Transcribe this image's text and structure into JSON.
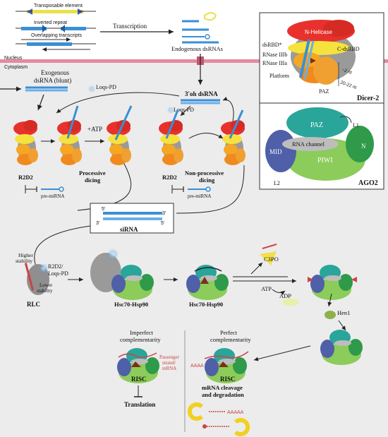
{
  "top": {
    "transposable": "Transposable element",
    "inverted": "Inverted repeat",
    "overlapping": "Overlapping transcripts",
    "transcription": "Transcription",
    "endogenous": "Endogenous dsRNAs",
    "nucleus": "Nucleus",
    "cytoplasm": "Cytoplasm"
  },
  "flow": {
    "exogenous_l1": "Exogenous",
    "exogenous_l2": "dsRNA (blunt)",
    "loqs_pd_top": "Loqs-PD",
    "three_oh": "3'oh dsRNA",
    "loqs_pd_mid": "Loqs-PD",
    "atp": "+ATP",
    "processive_l1": "Processive",
    "processive_l2": "dicing",
    "nonproc_l1": "Non-processive",
    "nonproc_l2": "dicing",
    "r2d2_left": "R2D2",
    "r2d2_right": "R2D2",
    "premirna_left": "pre-miRNA",
    "premirna_right": "pre-miRNA",
    "sirna": "siRNA",
    "five_prime": "5'",
    "three_prime": "3'"
  },
  "dicer": {
    "n_helicase": "N-Helicase",
    "dsrbd": "dsRBD*",
    "c_dsrbd": "C-dsRBD",
    "rnase_b": "RNase IIIb",
    "rnase_a": "RNase IIIa",
    "platform": "Platform",
    "paz": "PAZ",
    "nt1": "~2 nt",
    "nt2": "20-22 nt",
    "title": "Dicer-2"
  },
  "ago": {
    "paz": "PAZ",
    "l1": "L1",
    "rna_channel": "RNA channel",
    "n": "N",
    "mid": "MID",
    "piwi": "PIWI",
    "l2": "L2",
    "title": "AGO2"
  },
  "loading": {
    "higher_l1": "Higher",
    "higher_l2": "stability",
    "r2d2_loqs_l1": "R2D2/",
    "r2d2_loqs_l2": "Loqs-PD",
    "lower_l1": "Lower",
    "lower_l2": "stability",
    "rlc": "RLC",
    "hsc_1": "Hsc70-Hsp90",
    "hsc_2": "Hsc70-Hsp90",
    "c3po": "C3PO",
    "atp": "ATP",
    "adp": "ADP",
    "hen1": "Hen1"
  },
  "bottom": {
    "imperfect_l1": "Imperfect",
    "imperfect_l2": "complementarity",
    "passenger_l1": "Passenger",
    "passenger_l2": "strand/",
    "passenger_l3": "mRNA",
    "risc_left": "RISC",
    "translation": "Translation",
    "perfect_l1": "Perfect",
    "perfect_l2": "complementarity",
    "aaaa_top": "AAAA",
    "risc_right": "RISC",
    "cleavage_l1": "mRNA cleavage",
    "cleavage_l2": "and degradation",
    "aaaa_bottom": "AAAAA"
  },
  "colors": {
    "helicase_red": "#e8312c",
    "dsrbd_yellow": "#f6e23c",
    "rnase_orange": "#f5a623",
    "platform_orange": "#f08a1e",
    "body_gray": "#9a9a9a",
    "paz_teal": "#2aa59a",
    "mid_blue": "#4f5fa8",
    "piwi_green": "#8ccc5a",
    "n_green": "#2e9a4a",
    "rna_blue": "#3a8fd6",
    "cytoplasm_bg": "#ececec",
    "membrane_pink": "#e58aa0",
    "transposon_yellow": "#e8e24a"
  }
}
